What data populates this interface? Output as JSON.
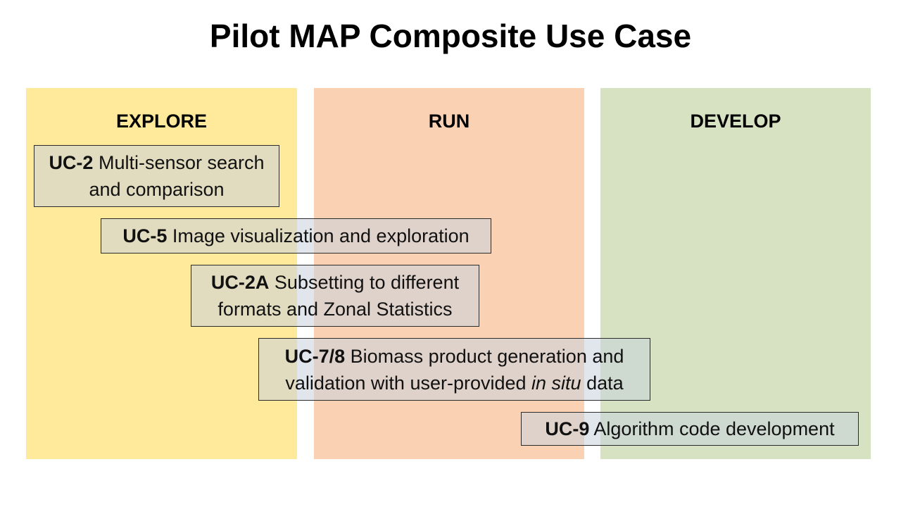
{
  "title": "Pilot MAP Composite Use Case",
  "colors": {
    "explore": "#FFE99B",
    "run": "#FAD2B3",
    "develop": "#D6E2C1",
    "box_fill": "rgba(200,210,220,0.55)",
    "box_border": "#2b2b2b"
  },
  "columns": [
    {
      "label": "EXPLORE"
    },
    {
      "label": "RUN"
    },
    {
      "label": "DEVELOP"
    }
  ],
  "use_cases": [
    {
      "id": "UC-2",
      "text": " Multi-sensor search and comparison"
    },
    {
      "id": "UC-5",
      "text": " Image visualization and exploration"
    },
    {
      "id": "UC-2A",
      "text": " Subsetting to different formats and Zonal Statistics"
    },
    {
      "id": "UC-7/8",
      "text_before": " Biomass product generation and validation with user-provided ",
      "text_italic": "in situ",
      "text_after": " data"
    },
    {
      "id": "UC-9",
      "text": " Algorithm code development"
    }
  ]
}
